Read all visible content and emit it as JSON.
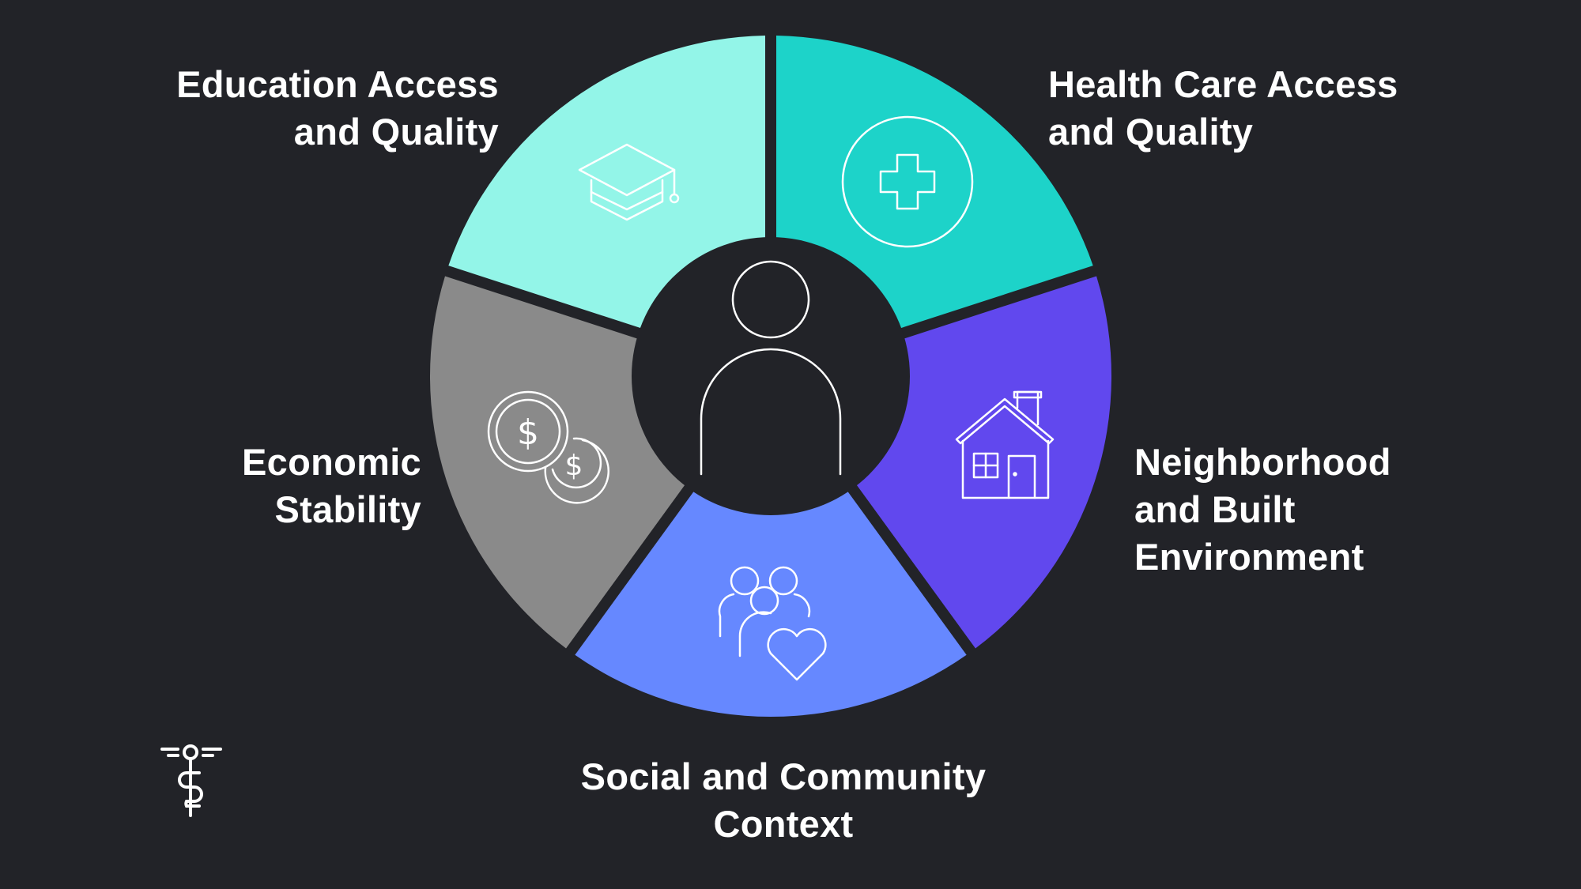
{
  "background": "#222328",
  "segments": [
    {
      "id": "health",
      "lines": [
        "Health Care Access",
        "and Quality"
      ],
      "color": "#1dd3c9",
      "icon": "medical-cross-icon"
    },
    {
      "id": "neighborhood",
      "lines": [
        "Neighborhood",
        "and Built",
        "Environment"
      ],
      "color": "#6148ee",
      "icon": "house-icon"
    },
    {
      "id": "social",
      "lines": [
        "Social and Community",
        "Context"
      ],
      "color": "#6688ff",
      "icon": "family-heart-icon"
    },
    {
      "id": "economic",
      "lines": [
        "Economic",
        "Stability"
      ],
      "color": "#8a8a8a",
      "icon": "coins-icon"
    },
    {
      "id": "education",
      "lines": [
        "Education Access",
        "and Quality"
      ],
      "color": "#93f5e8",
      "icon": "graduation-cap-icon"
    }
  ],
  "center_icon": "person-icon",
  "logo_icon": "caduceus-icon"
}
